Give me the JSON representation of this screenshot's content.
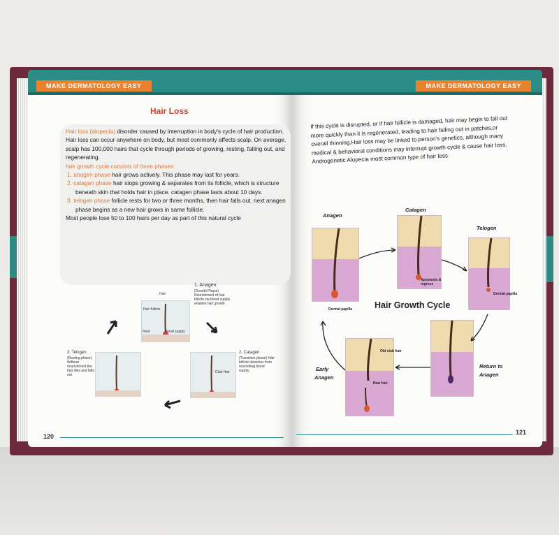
{
  "header": {
    "brand": "MAKE DERMATOLOGY EASY"
  },
  "left_page": {
    "title": "Hair Loss",
    "intro_term": "Hair loss (alopecia)",
    "intro_text": " disorder caused by interruption in body's cycle of hair production. Hair loss can occur anywhere on body, but most commonly affects scalp. On average, scalp has 100,000 hairs that cycle through periods of growing, resting, falling out, and regenerating.",
    "cycle_heading": "hair growth cycle consists of three phases:",
    "phases": [
      {
        "num": "1.",
        "term": "anagen phase",
        "text": " hair grows actively. This phase may last for years."
      },
      {
        "num": "2.",
        "term": "catagen phase",
        "text": " hair stops growing & separates from its follicle, which is structure beneath skin that holds hair in place. catagen phase lasts about 10 days."
      },
      {
        "num": "3.",
        "term": "telogen phase",
        "text": " follicle rests for two or three months, then hair falls out. next anagen phase begins as a new hair grows in same follicle."
      }
    ],
    "closing": "Most people lose 50 to 100 hairs per day as part of this natural cycle",
    "diagram": {
      "anagen": "1. Anagen",
      "anagen_sub": "(Growth Phase) Nourishment of hair follicle via blood supply enables hair growth",
      "catagen": "2. Catagen",
      "catagen_sub": "(Transition phase) Hair follicle detaches from nourishing blood supply",
      "telogen": "3. Telogen",
      "telogen_sub": "(Resting phase) Without nourishment the hair dies and falls out",
      "hair": "Hair",
      "hair_follicle": "Hair follicle",
      "root": "Root",
      "blood_supply": "Blood supply",
      "club_hair": "Club Hair"
    },
    "page_number": "120"
  },
  "right_page": {
    "paragraph": "If this cycle is disrupted, or if hair follicle is damaged, hair may begin to fall out more quickly than it is regenerated, leading to hair falling out in patches,or overall thinning.Hair loss may be linked to person's genetics, although many medical & behavioral conditions may interrupt growth cycle & cause hair loss.",
    "androgenetic": "Androgenetic Alopecia most common type of hair loss",
    "diagram": {
      "title": "Hair Growth Cycle",
      "anagen": "Anagen",
      "catagen": "Catagen",
      "telogen": "Telogen",
      "early_anagen_1": "Early",
      "early_anagen_2": "Anagen",
      "return_1": "Return to",
      "return_2": "Anagen",
      "dermal_papilla": "Dermal papilla",
      "dermal_papilla_2": "Dermal papilla",
      "apoptosis": "Apoptosis & regress",
      "old_club_hair": "Old club hair",
      "new_hair": "New hair"
    },
    "page_number": "121"
  }
}
